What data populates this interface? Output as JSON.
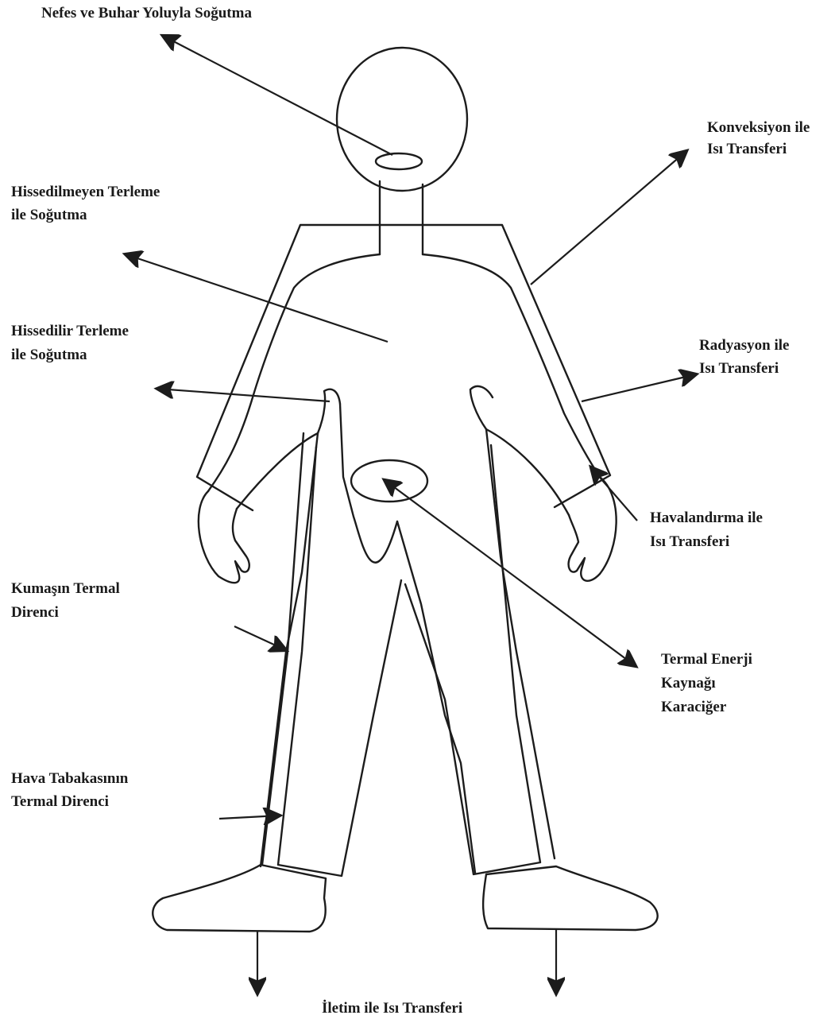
{
  "labels": {
    "breath_vapor": "Nefes ve Buhar Yoluyla Soğutma",
    "convection_l1": "Konveksiyon ile",
    "convection_l2": "Isı Transferi",
    "insensible_l1": "Hissedilmeyen Terleme",
    "insensible_l2": "ile Soğutma",
    "sensible_l1": "Hissedilir Terleme",
    "sensible_l2": "ile Soğutma",
    "radiation_l1": "Radyasyon ile",
    "radiation_l2": "Isı Transferi",
    "ventilation_l1": "Havalandırma ile",
    "ventilation_l2": "Isı Transferi",
    "fabric_l1": "Kumaşın Termal",
    "fabric_l2": "Direnci",
    "thermal_l1": "Termal Enerji",
    "thermal_l2": "Kaynağı",
    "thermal_l3": "Karaciğer",
    "air_layer_l1": "Hava Tabakasının",
    "air_layer_l2": "Termal Direnci",
    "conduction": "İletim ile Isı Transferi"
  }
}
